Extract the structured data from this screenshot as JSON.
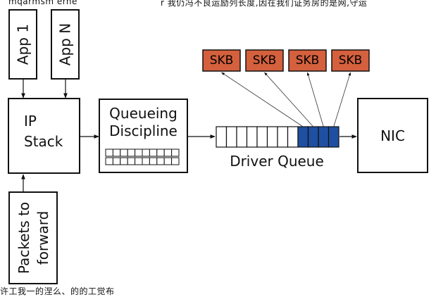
{
  "top_fragments": [
    "mqarmsm erne",
    "r 我仍冯不良运励列长度,因在我们证务房的是网,守运"
  ],
  "bottom_fragment": "许工我一的涅么、的的工觉布",
  "boxes": {
    "app1": "App 1",
    "appN": "App N",
    "ip_line1": "IP",
    "ip_line2": "Stack",
    "qdisc_line1": "Queueing",
    "qdisc_line2": "Discipline",
    "nic": "NIC",
    "packets_line1": "Packets to",
    "packets_line2": "forward"
  },
  "driver_queue": {
    "label": "Driver Queue",
    "total_slots": 12,
    "filled_slots": 4
  },
  "skbs": [
    "SKB",
    "SKB",
    "SKB",
    "SKB"
  ],
  "colors": {
    "skb_fill": "#d4603d",
    "queue_filled": "#1f4fa0",
    "stroke": "#111111"
  }
}
